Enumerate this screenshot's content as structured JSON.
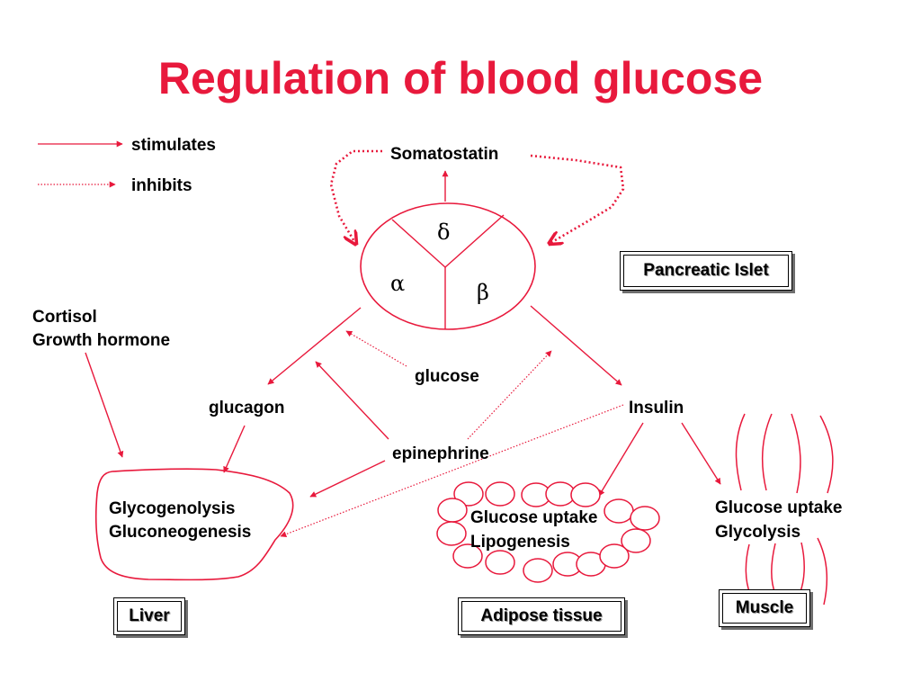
{
  "title": "Regulation of blood glucose",
  "legend": {
    "stimulates": "stimulates",
    "inhibits": "inhibits"
  },
  "islet": {
    "somatostatin": "Somatostatin",
    "delta": "δ",
    "alpha": "α",
    "beta": "β",
    "label": "Pancreatic Islet"
  },
  "hormones": {
    "cortisol": "Cortisol",
    "growth_hormone": "Growth hormone",
    "glucose": "glucose",
    "glucagon": "glucagon",
    "insulin": "Insulin",
    "epinephrine": "epinephrine"
  },
  "liver": {
    "effect_1": "Glycogenolysis",
    "effect_2": "Gluconeogenesis",
    "label": "Liver"
  },
  "adipose": {
    "effect_1": "Glucose uptake",
    "effect_2": "Lipogenesis",
    "label": "Adipose tissue"
  },
  "muscle": {
    "effect_1": "Glucose uptake",
    "effect_2": "Glycolysis",
    "label": "Muscle"
  },
  "colors": {
    "accent": "#e8193c",
    "text": "#000000"
  }
}
